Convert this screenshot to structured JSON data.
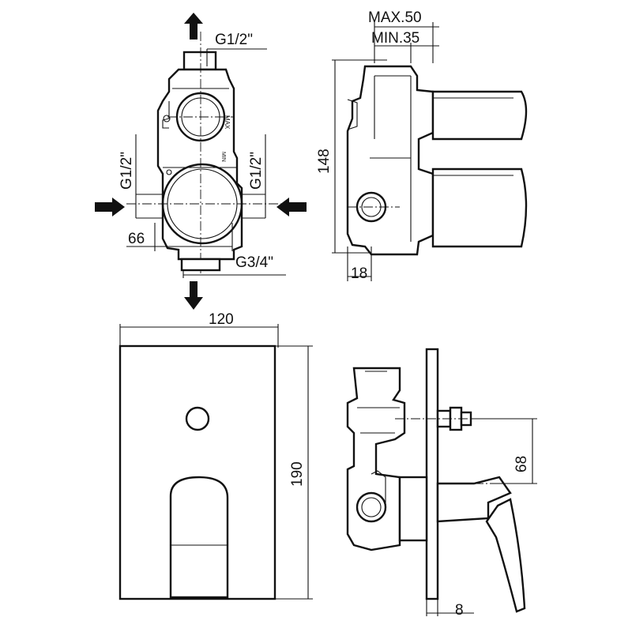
{
  "labels": {
    "top_inlet": "G1/2\"",
    "side_left": "G1/2\"",
    "side_right": "G1/2\"",
    "width_66": "66",
    "bottom_outlet": "G3/4\"",
    "max_depth": "MAX.50",
    "min_depth": "MIN.35",
    "height_148": "148",
    "depth_18": "18",
    "plate_width": "120",
    "plate_height": "190",
    "handle_offset": "68",
    "plate_thickness": "8",
    "body_mark_max": "MAX",
    "body_mark_min": "MIN"
  }
}
